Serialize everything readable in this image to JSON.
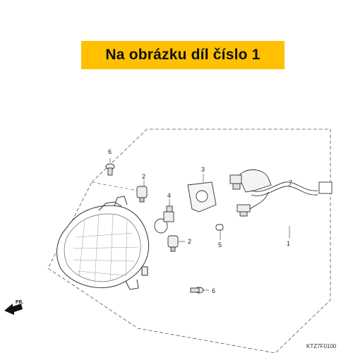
{
  "banner": {
    "text": "Na obrázku díl číslo 1",
    "color": "#ffc000"
  },
  "callouts": {
    "n1": "1",
    "n2a": "2",
    "n2b": "2",
    "n3": "3",
    "n4": "4",
    "n5": "5",
    "n6a": "6",
    "n6b": "6",
    "n7": "7"
  },
  "diagram_code": "KTZ7F0100",
  "direction_label": "FR."
}
